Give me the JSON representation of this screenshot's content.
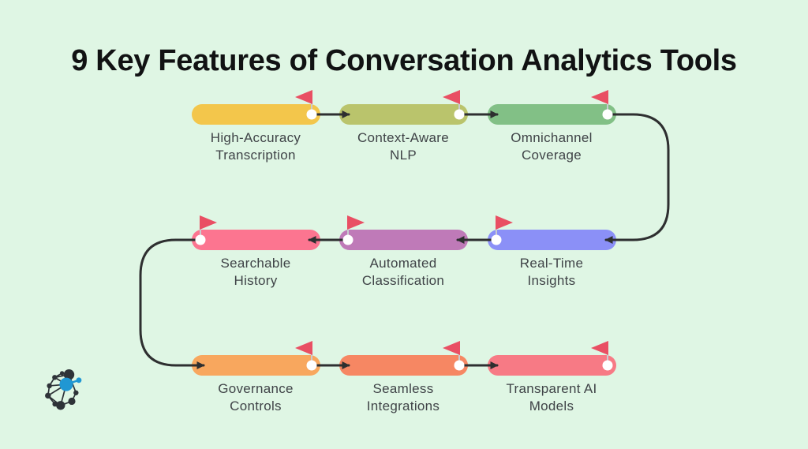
{
  "title": "9 Key Features of Conversation Analytics Tools",
  "palette": {
    "background": "#DFF6E4",
    "connector": "#2E2F30",
    "flag": "#E94F63",
    "pole": "#C9CCCF",
    "dot": "#FFFFFF",
    "title_text": "#111213",
    "label_text": "#3F4347"
  },
  "features": [
    {
      "line1": "High-Accuracy",
      "line2": "Transcription",
      "color": "#F3C64B"
    },
    {
      "line1": "Context-Aware",
      "line2": "NLP",
      "color": "#BAC46C"
    },
    {
      "line1": "Omnichannel",
      "line2": "Coverage",
      "color": "#82C086"
    },
    {
      "line1": "Real-Time",
      "line2": "Insights",
      "color": "#8B90F7"
    },
    {
      "line1": "Automated",
      "line2": "Classification",
      "color": "#BF7AB8"
    },
    {
      "line1": "Searchable",
      "line2": "History",
      "color": "#FC7590"
    },
    {
      "line1": "Governance",
      "line2": "Controls",
      "color": "#F8A75E"
    },
    {
      "line1": "Seamless",
      "line2": "Integrations",
      "color": "#F68763"
    },
    {
      "line1": "Transparent AI",
      "line2": "Models",
      "color": "#F77A85"
    }
  ],
  "logo": {
    "name": "network-graph-logo",
    "dark": "#2E3338",
    "blue": "#2097D3"
  }
}
